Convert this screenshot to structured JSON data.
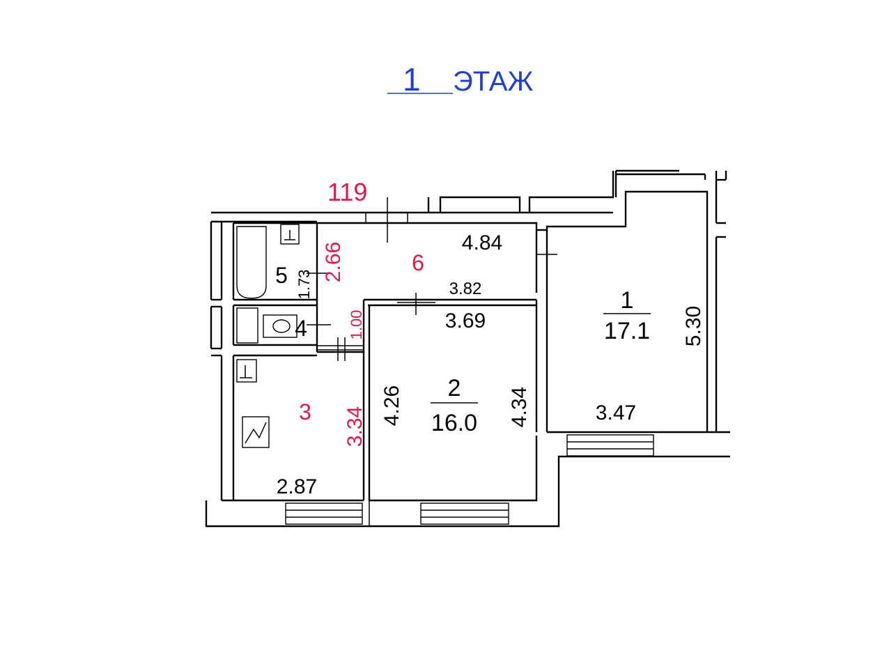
{
  "title": {
    "floor_number": "1",
    "floor_word": "ЭТАЖ"
  },
  "apartment_number": "119",
  "rooms": [
    {
      "number": "1",
      "area": "17.1"
    },
    {
      "number": "2",
      "area": "16.0"
    },
    {
      "number": "3"
    },
    {
      "number": "4"
    },
    {
      "number": "5"
    },
    {
      "number": "6"
    }
  ],
  "dimensions": {
    "room1_width": "3.47",
    "room1_length": "5.30",
    "room2_top": "3.69",
    "room2_left": "4.26",
    "room2_right": "4.34",
    "corridor_width": "4.84",
    "corridor_bottom": "3.82",
    "corridor_height": "2.66",
    "passage_width": "1.00",
    "bath_height": "1.73",
    "kitchen_width": "2.87",
    "kitchen_length": "3.34"
  },
  "colors": {
    "title": "#1f3fd1",
    "highlight": "#e0194a",
    "lines": "#000000"
  }
}
